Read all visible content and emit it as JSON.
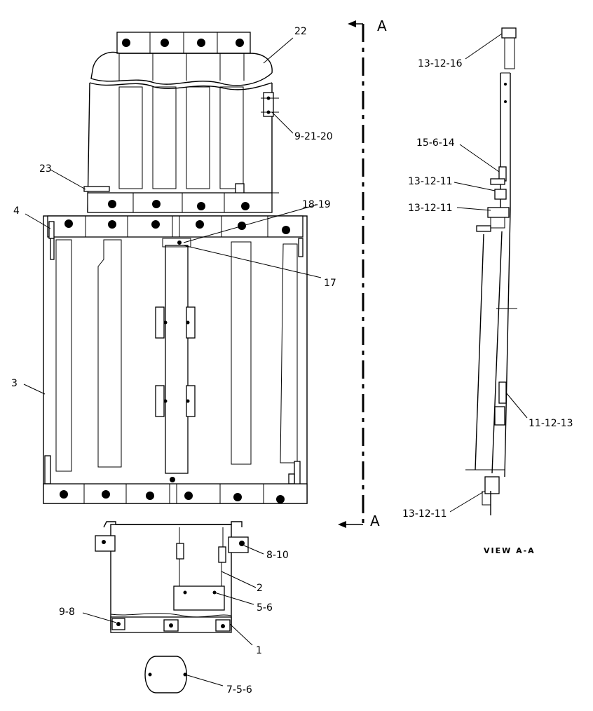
{
  "section": {
    "letter_top": "A",
    "letter_bottom": "A",
    "view_label": "VIEW A-A"
  },
  "callouts": {
    "c22": "22",
    "c9_21_20": "9-21-20",
    "c23": "23",
    "c4": "4",
    "c18_19": "18-19",
    "c17": "17",
    "c3": "3",
    "c8_10": "8-10",
    "c2": "2",
    "c5_6": "5-6",
    "c9_8": "9-8",
    "c1": "1",
    "c7_5_6": "7-5-6",
    "c13_12_16": "13-12-16",
    "c15_6_14": "15-6-14",
    "c13_12_11_a": "13-12-11",
    "c13_12_11_b": "13-12-11",
    "c11_12_13": "11-12-13",
    "c13_12_11_c": "13-12-11"
  }
}
